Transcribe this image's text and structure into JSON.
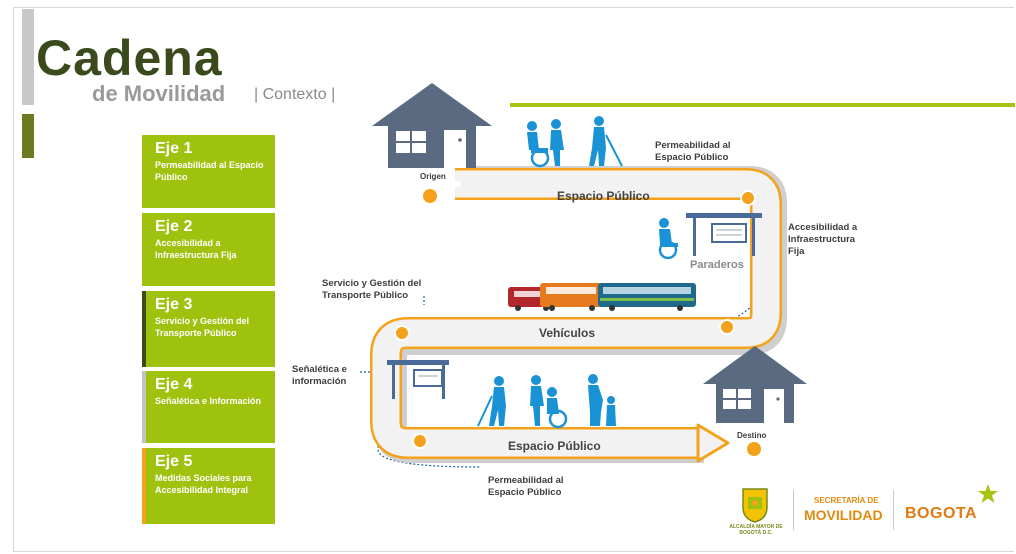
{
  "title": {
    "main": "Cadena",
    "sub": "de Movilidad",
    "context": "| Contexto |"
  },
  "ejes": [
    {
      "num": "Eje 1",
      "text": "Permeabilidad al Espacio Público",
      "bar": "#9fc20f"
    },
    {
      "num": "Eje 2",
      "text": "Accesibilidad a Infraestructura Fija",
      "bar": "#9fc20f"
    },
    {
      "num": "Eje 3",
      "text": "Servicio y Gestión del Transporte Público",
      "bar": "#3b4c14"
    },
    {
      "num": "Eje 4",
      "text": "Señalética e Información",
      "bar": "#c3c3c3"
    },
    {
      "num": "Eje 5",
      "text": "Medidas Sociales para Accesibilidad Integral",
      "bar": "#f4a21b"
    }
  ],
  "diagram": {
    "origen": "Origen",
    "destino": "Destino",
    "espacio_publico_top": "Espacio Público",
    "espacio_publico_bottom": "Espacio Público",
    "vehiculos": "Vehículos",
    "paraderos": "Paraderos",
    "permeabilidad_top": "Permeabilidad al Espacio Público",
    "permeabilidad_bottom": "Permeabilidad al Espacio Público",
    "accesibilidad": "Accesibilidad a Infraestructura Fija",
    "servicio": "Servicio y Gestión del Transporte Público",
    "senaletica": "Señalética e información"
  },
  "logos": {
    "alcaldia": "ALCALDÍA MAYOR DE BOGOTÁ D.C.",
    "secretaria": "SECRETARÍA DE",
    "movilidad": "MOVILIDAD",
    "bogota": "BOGOTA"
  },
  "colors": {
    "green": "#9fc20f",
    "dark_olive": "#3b4c14",
    "orange": "#f4a21b",
    "road": "#f0f0f0",
    "people": "#1a93d6"
  }
}
